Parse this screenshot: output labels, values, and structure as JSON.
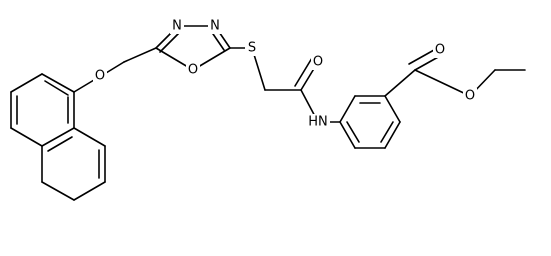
{
  "molecule": {
    "atoms": {
      "n1": "N",
      "n2": "N",
      "o_ring": "O",
      "s": "S",
      "o_ether": "O",
      "o_amide": "O",
      "nh": "HN",
      "o_ester_carbonyl": "O",
      "o_ester": "O"
    }
  }
}
